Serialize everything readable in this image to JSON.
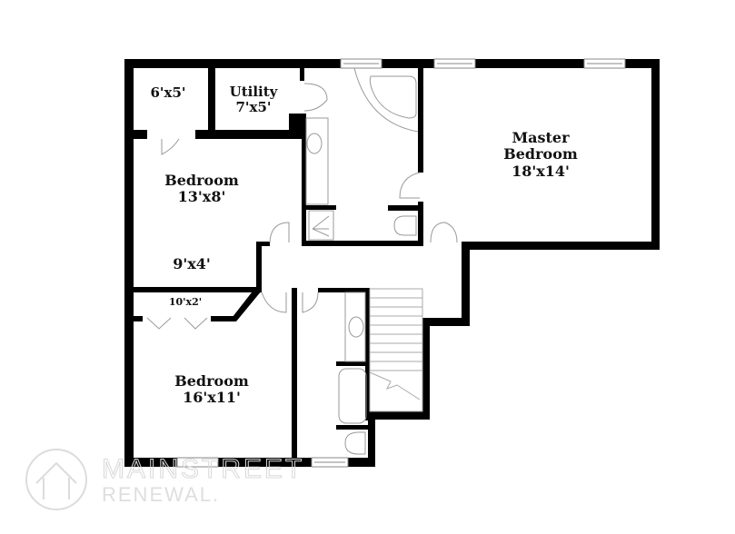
{
  "floorplan": {
    "rooms": [
      {
        "id": "closet-top",
        "name": "",
        "size": "6'x5'"
      },
      {
        "id": "utility",
        "name": "Utility",
        "size": "7'x5'"
      },
      {
        "id": "master-bedroom",
        "name": "Master\nBedroom",
        "name_line1": "Master",
        "name_line2": "Bedroom",
        "size": "18'x14'"
      },
      {
        "id": "bedroom-1",
        "name": "Bedroom",
        "size": "13'x8'"
      },
      {
        "id": "closet-mid",
        "name": "",
        "size": "9'x4'"
      },
      {
        "id": "closet-small",
        "name": "",
        "size": "10'x2'"
      },
      {
        "id": "bedroom-2",
        "name": "Bedroom",
        "size": "16'x11'"
      }
    ],
    "colors": {
      "wall": "#000000",
      "fixture": "#9a9a9a",
      "background": "#ffffff",
      "watermark": "#d8d8d8"
    }
  },
  "watermark": {
    "line1": "MAINSTREET",
    "line2": "RENEWAL."
  }
}
